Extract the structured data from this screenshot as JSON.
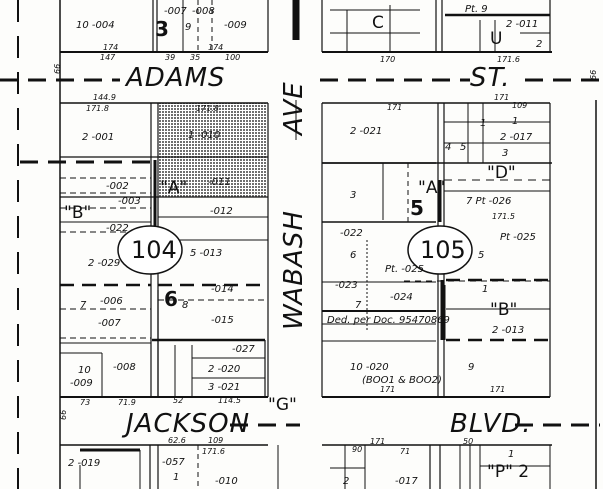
{
  "map": {
    "streets": {
      "adams": "ADAMS",
      "st": "ST.",
      "wabash": "WABASH",
      "ave": "AVE",
      "jackson": "JACKSON",
      "blvd": "BLVD."
    },
    "blocks": [
      "104",
      "105"
    ],
    "block_numbers": [
      "3",
      "6",
      "5"
    ],
    "subdivisions": [
      "\"A\"",
      "\"B\"",
      "C",
      "\"D\"",
      "U",
      "\"G\"",
      "\"P\" 2",
      "\"A\"",
      "\"B\""
    ],
    "lots": [
      "10  -004",
      "-007",
      "-008",
      "9",
      "-009",
      "2  -001",
      "1  -010",
      "-011",
      "-012",
      "-002",
      "-003",
      "-022",
      "2 -029",
      "5  -013",
      "-014",
      "8",
      "-015",
      "7",
      "-006",
      "-007",
      "10",
      "-009",
      "-008",
      "2  -020",
      "3  -021",
      "-027",
      "2  -021",
      "3",
      "-022",
      "6",
      "Pt. -025",
      "7",
      "-024",
      "-023",
      "7  Pt -026",
      "Pt -025",
      "5",
      "1",
      "2  -017",
      "3",
      "1",
      "2  -013",
      "9",
      "10  -020",
      "(BOO1 & BOO2)",
      "Ded. per Doc. 95470869",
      "4",
      "5",
      "1",
      "2",
      "Pt. 9",
      "2 -011",
      "2  -019",
      "-057",
      "1",
      "-010",
      "-017",
      "2",
      "1"
    ],
    "dimensions": [
      "174",
      "147",
      "174",
      "39",
      "35",
      "100",
      "170",
      "171.6",
      "144.9",
      "171.8",
      "171.8",
      "171",
      "171",
      "109",
      "171.5",
      "73",
      "71.9",
      "52",
      "114.5",
      "171",
      "171",
      "62.6",
      "109",
      "171.6",
      "171",
      "90",
      "71",
      "50",
      "66",
      "66",
      "66"
    ],
    "shaded_color": "#8a8a8a"
  }
}
